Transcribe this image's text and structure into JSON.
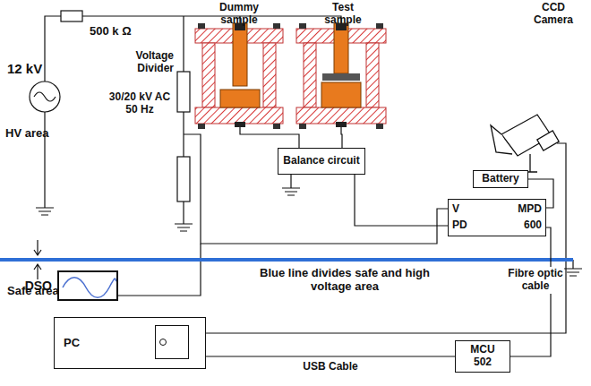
{
  "diagram": {
    "nodes": [
      {
        "text": [
          "Balance circuit"
        ]
      },
      {
        "text": [
          "Battery"
        ]
      },
      {
        "text": [
          "V",
          "MPD",
          "PD",
          "600"
        ]
      },
      {
        "text": [
          "DSO"
        ]
      },
      {
        "text": [
          "PC"
        ]
      },
      {
        "text": [
          "MCU 502"
        ]
      }
    ],
    "edges": [
      {
        "from": 0,
        "to": 2,
        "arrow": "none"
      },
      {
        "from": 1,
        "to": 2,
        "arrow": "none"
      },
      {
        "from": 2,
        "to": 5,
        "arrow": "none"
      },
      {
        "from": 5,
        "to": 4,
        "label": "USB Cable",
        "arrow": "none"
      }
    ],
    "labels": [
      "12 kV",
      "500 k Ω",
      "HV area",
      "Voltage Divider",
      "30/20 kV AC 50 Hz",
      "Dummy sample",
      "Test sample",
      "CCD Camera",
      "Blue line divides safe and high voltage area",
      "Safe area",
      "Fibre optic cable"
    ]
  }
}
